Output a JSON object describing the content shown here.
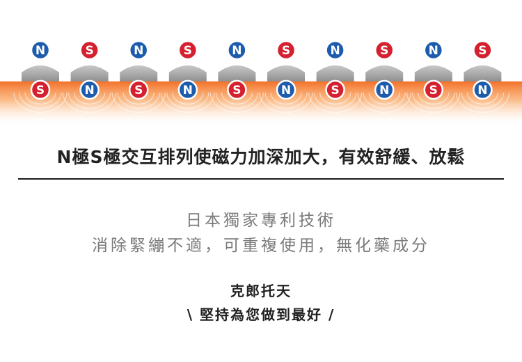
{
  "diagram": {
    "top_poles": [
      "N",
      "S",
      "N",
      "S",
      "N",
      "S",
      "N",
      "S",
      "N",
      "S"
    ],
    "bottom_poles": [
      "S",
      "N",
      "S",
      "N",
      "S",
      "N",
      "S",
      "N",
      "S",
      "N"
    ],
    "colors": {
      "north": "#1d5cad",
      "south": "#d4202f",
      "magnet": "#a9a9a9",
      "heat": "#f47a2a"
    }
  },
  "headline": "N極S極交互排列使磁力加深加大，有效舒緩、放鬆",
  "features": {
    "line1": "日本獨家專利技術",
    "line2": "消除緊繃不適，可重複使用，無化藥成分"
  },
  "brand": {
    "name": "克郎托天",
    "slogan": "\\ 堅持為您做到最好 /"
  }
}
